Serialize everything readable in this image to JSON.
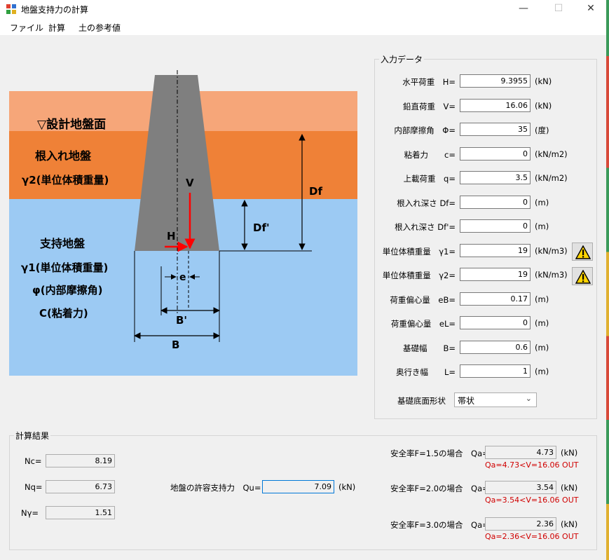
{
  "window": {
    "title": "地盤支持力の計算",
    "min": "—",
    "max": "☐",
    "close": "✕"
  },
  "menu": [
    "ファイル",
    "計算",
    "土の参考値"
  ],
  "diagram": {
    "design_ground": "▽設計地盤面",
    "embed_1": "根入れ地盤",
    "embed_2": "γ2(単位体積重量)",
    "support_1": "支持地盤",
    "support_2": "γ1(単位体積重量)",
    "support_3": "φ(内部摩擦角)",
    "support_4": "C(粘着力)",
    "V": "V",
    "H": "H",
    "Df": "Df",
    "Df2": "Df'",
    "e": "e",
    "B2": "B'",
    "B": "B",
    "colors": {
      "top_layer": "#f6a679",
      "embed_layer": "#ef8137",
      "support_layer": "#9ccaf3",
      "footing": "#7f7f7f",
      "force": "#ff0000"
    }
  },
  "input": {
    "title": "入力データ",
    "rows": [
      {
        "label": "水平荷重　H=",
        "value": "9.3955",
        "unit": "(kN)"
      },
      {
        "label": "鉛直荷重　V=",
        "value": "16.06",
        "unit": "(kN)"
      },
      {
        "label": "内部摩擦角　Φ=",
        "value": "35",
        "unit": "(度)"
      },
      {
        "label": "粘着力　　c=",
        "value": "0",
        "unit": "(kN/m2)"
      },
      {
        "label": "上載荷重　q=",
        "value": "3.5",
        "unit": "(kN/m2)"
      },
      {
        "label": "根入れ深さ Df=",
        "value": "0",
        "unit": "(m)"
      },
      {
        "label": "根入れ深さ Df'=",
        "value": "0",
        "unit": "(m)"
      },
      {
        "label": "単位体積重量　γ1=",
        "value": "19",
        "unit": "(kN/m3)"
      },
      {
        "label": "単位体積重量　γ2=",
        "value": "19",
        "unit": "(kN/m3)"
      },
      {
        "label": "荷重偏心量　eB=",
        "value": "0.17",
        "unit": "(m)"
      },
      {
        "label": "荷重偏心量　eL=",
        "value": "0",
        "unit": "(m)"
      },
      {
        "label": "基礎幅　　B=",
        "value": "0.6",
        "unit": "(m)"
      },
      {
        "label": "奥行き幅　　L=",
        "value": "1",
        "unit": "(m)"
      }
    ],
    "shape_label": "基礎底面形状",
    "shape_value": "帯状"
  },
  "result": {
    "title": "計算結果",
    "Nc_label": "Nc=",
    "Nc": "8.19",
    "Nq_label": "Nq=",
    "Nq": "6.73",
    "Ng_label": "Nγ=",
    "Ng": "1.51",
    "qu_label": "地盤の許容支持力　Qu=",
    "qu": "7.09",
    "qu_unit": "(kN)",
    "sf": [
      {
        "label": "安全率F=1.5の場合　Qa=",
        "value": "4.73",
        "unit": "(kN)",
        "msg": "Qa=4.73<V=16.06 OUT"
      },
      {
        "label": "安全率F=2.0の場合　Qa=",
        "value": "3.54",
        "unit": "(kN)",
        "msg": "Qa=3.54<V=16.06 OUT"
      },
      {
        "label": "安全率F=3.0の場合　Qa=",
        "value": "2.36",
        "unit": "(kN)",
        "msg": "Qa=2.36<V=16.06 OUT"
      }
    ]
  }
}
